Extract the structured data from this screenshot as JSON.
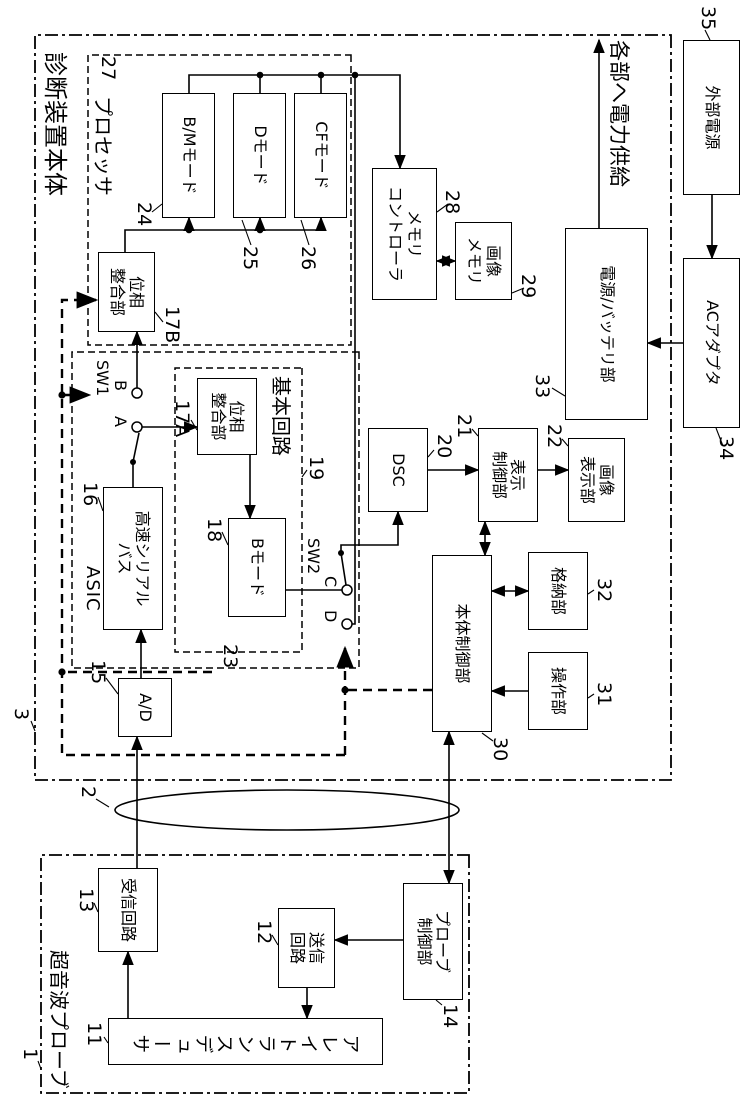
{
  "groups": {
    "main_unit": "診断装置本体",
    "probe": "超音波プローブ",
    "processor": "プロセッサ",
    "asic": "ASIC",
    "basic_circuit": "基本回路"
  },
  "nodes": {
    "external_power": "外部電源",
    "ac_adapter": "ACアダプタ",
    "power_battery": "電源/バッテリ部",
    "image_memory": "画像\nメモリ",
    "memory_controller": "メモリ\nコントローラ",
    "bm_mode": "B/Mモード",
    "d_mode": "Dモード",
    "cf_mode": "CFモード",
    "phase_matching_17b": "位相\n整合部",
    "phase_matching_17a": "位相\n整合部",
    "high_speed_serial_bus": "高速シリアル\nバス",
    "b_mode_18": "Bモード",
    "ad_converter": "A/D",
    "dsc": "DSC",
    "display_control": "表示\n制御部",
    "image_display": "画像\n表示部",
    "main_control": "本体制御部",
    "operation": "操作部",
    "storage": "格納部",
    "receiving_circuit": "受信回路",
    "transmitting_circuit": "送信\n回路",
    "probe_control": "プローブ\n制御部",
    "array_transducer": "アレイトランスデューサ"
  },
  "switches": {
    "sw1": "SW1",
    "sw2": "SW2",
    "contact_a": "A",
    "contact_b": "B",
    "contact_c": "C",
    "contact_d": "D"
  },
  "annotations": {
    "power_note": "各部へ電力供給"
  },
  "refs": {
    "r1": "1",
    "r2": "2",
    "r3": "3",
    "r11": "11",
    "r12": "12",
    "r13": "13",
    "r14": "14",
    "r15": "15",
    "r16": "16",
    "r17a": "17A",
    "r17b": "17B",
    "r18": "18",
    "r19": "19",
    "r20": "20",
    "r21": "21",
    "r22": "22",
    "r23": "23",
    "r24": "24",
    "r25": "25",
    "r26": "26",
    "r27": "27",
    "r28": "28",
    "r29": "29",
    "r30": "30",
    "r31": "31",
    "r32": "32",
    "r33": "33",
    "r34": "34",
    "r35": "35"
  }
}
